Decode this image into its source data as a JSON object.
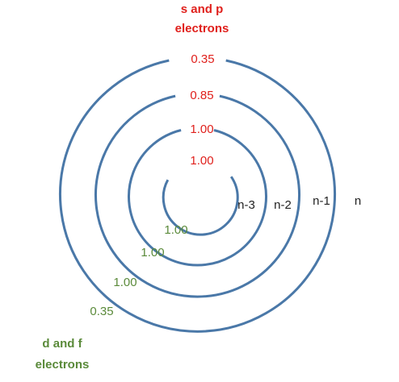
{
  "colors": {
    "ring": "#4a78a8",
    "sp": "#e0201c",
    "df": "#5a8a3a",
    "label": "#222222"
  },
  "sp_heading": [
    "s and p",
    "electrons"
  ],
  "df_heading": [
    "d and f",
    "electrons"
  ],
  "shells": [
    {
      "label": "n",
      "sp_value": "0.35",
      "df_value": "0.35"
    },
    {
      "label": "n-1",
      "sp_value": "0.85",
      "df_value": "1.00"
    },
    {
      "label": "n-2",
      "sp_value": "1.00",
      "df_value": "1.00"
    },
    {
      "label": "n-3",
      "sp_value": "1.00",
      "df_value": "1.00"
    }
  ]
}
